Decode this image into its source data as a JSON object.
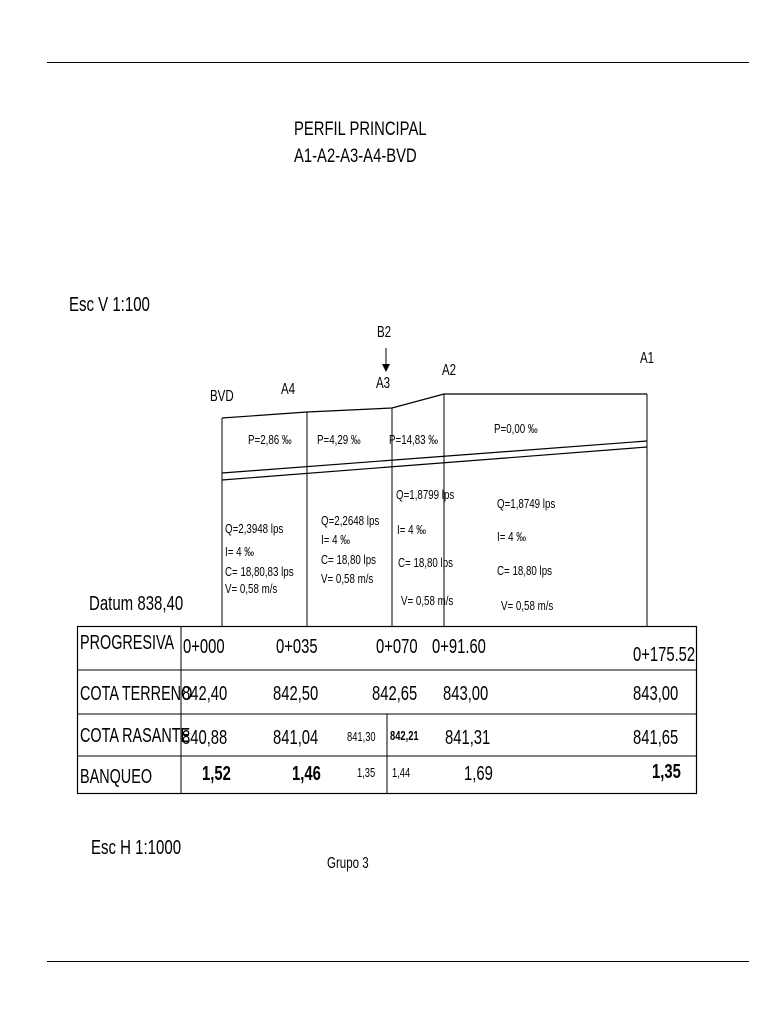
{
  "title": {
    "line1": "PERFIL PRINCIPAL",
    "line2": "A1-A2-A3-A4-BVD"
  },
  "scale_v": "Esc V 1:100",
  "scale_h": "Esc H 1:1000",
  "group": "Grupo 3",
  "datum": "Datum 838,40",
  "nodes": {
    "bvd": "BVD",
    "a4": "A4",
    "b2": "B2",
    "a3": "A3",
    "a2": "A2",
    "a1": "A1"
  },
  "segments": [
    {
      "slope": "P=2,86 ‰",
      "q": "Q=2,3948 lps",
      "i": "I= 4 ‰",
      "c": "C= 18,80,83 lps",
      "v": "V= 0,58 m/s"
    },
    {
      "slope": "P=4,29 ‰",
      "q": "Q=2,2648 lps",
      "i": "I= 4 ‰",
      "c": "C= 18,80 lps",
      "v": "V= 0,58 m/s"
    },
    {
      "slope": "P=14,83 ‰",
      "q": "Q=1,8799 lps",
      "i": "I= 4 ‰",
      "c": "C= 18,80 lps",
      "v": "V= 0,58 m/s"
    },
    {
      "slope": "P=0,00 ‰",
      "q": "Q=1,8749 lps",
      "i": "I= 4 ‰",
      "c": "C= 18,80 lps",
      "v": "V= 0,58 m/s"
    }
  ],
  "table": {
    "rows": [
      {
        "label": "PROGRESIVA",
        "values": [
          "0+000",
          "0+035",
          "0+070",
          "0+91.60",
          "0+175.52"
        ]
      },
      {
        "label": "COTA TERRENO",
        "values": [
          "842,40",
          "842,50",
          "842,65",
          "843,00",
          "843,00"
        ]
      },
      {
        "label": "COTA RASANTE",
        "values": [
          "840,88",
          "841,04",
          "841,30",
          "842,21",
          "841,31",
          "841,65"
        ]
      },
      {
        "label": "BANQUEO",
        "values": [
          "1,52",
          "1,46",
          "1,35",
          "1,44",
          "1,69",
          "1,35"
        ]
      }
    ]
  }
}
